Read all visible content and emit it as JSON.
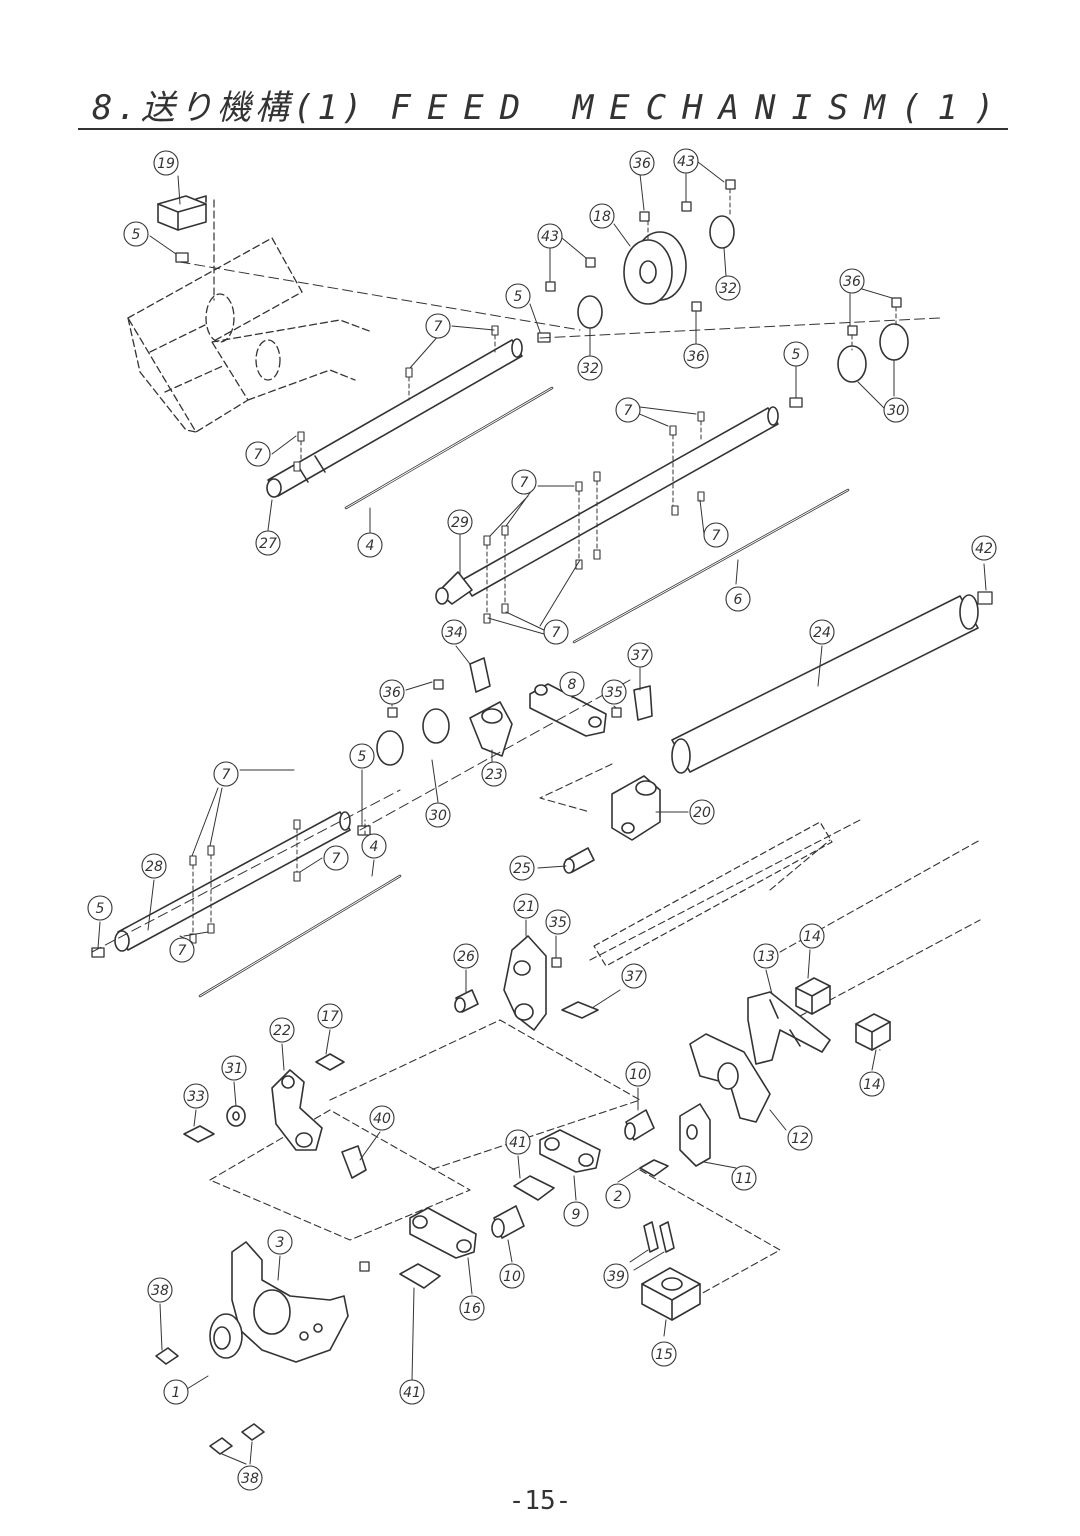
{
  "header": {
    "title_jp": "8.送り機構(1)",
    "title_en": "FEED MECHANISM(1)"
  },
  "page_number": "-15-",
  "callouts": [
    {
      "id": "c19a",
      "label": "19"
    },
    {
      "id": "c5a",
      "label": "5"
    },
    {
      "id": "c36a",
      "label": "36"
    },
    {
      "id": "c43a",
      "label": "43"
    },
    {
      "id": "c18",
      "label": "18"
    },
    {
      "id": "c43b",
      "label": "43"
    },
    {
      "id": "c32a",
      "label": "32"
    },
    {
      "id": "c5b",
      "label": "5"
    },
    {
      "id": "c32b",
      "label": "32"
    },
    {
      "id": "c36b",
      "label": "36"
    },
    {
      "id": "c7a",
      "label": "7"
    },
    {
      "id": "c36c",
      "label": "36"
    },
    {
      "id": "c5c",
      "label": "5"
    },
    {
      "id": "c30a",
      "label": "30"
    },
    {
      "id": "c7b",
      "label": "7"
    },
    {
      "id": "c27",
      "label": "27"
    },
    {
      "id": "c4a",
      "label": "4"
    },
    {
      "id": "c7c",
      "label": "7"
    },
    {
      "id": "c7d",
      "label": "7"
    },
    {
      "id": "c29",
      "label": "29"
    },
    {
      "id": "c7e",
      "label": "7"
    },
    {
      "id": "c6",
      "label": "6"
    },
    {
      "id": "c42",
      "label": "42"
    },
    {
      "id": "c7f",
      "label": "7"
    },
    {
      "id": "c34",
      "label": "34"
    },
    {
      "id": "c24",
      "label": "24"
    },
    {
      "id": "c37a",
      "label": "37"
    },
    {
      "id": "c8",
      "label": "8"
    },
    {
      "id": "c36d",
      "label": "36"
    },
    {
      "id": "c35a",
      "label": "35"
    },
    {
      "id": "c5d",
      "label": "5"
    },
    {
      "id": "c23",
      "label": "23"
    },
    {
      "id": "c30b",
      "label": "30"
    },
    {
      "id": "c20",
      "label": "20"
    },
    {
      "id": "c7g",
      "label": "7"
    },
    {
      "id": "c4b",
      "label": "4"
    },
    {
      "id": "c7h",
      "label": "7"
    },
    {
      "id": "c28",
      "label": "28"
    },
    {
      "id": "c25",
      "label": "25"
    },
    {
      "id": "c5e",
      "label": "5"
    },
    {
      "id": "c21",
      "label": "21"
    },
    {
      "id": "c35b",
      "label": "35"
    },
    {
      "id": "c14a",
      "label": "14"
    },
    {
      "id": "c7i",
      "label": "7"
    },
    {
      "id": "c26",
      "label": "26"
    },
    {
      "id": "c13",
      "label": "13"
    },
    {
      "id": "c37b",
      "label": "37"
    },
    {
      "id": "c17",
      "label": "17"
    },
    {
      "id": "c22",
      "label": "22"
    },
    {
      "id": "c31",
      "label": "31"
    },
    {
      "id": "c33",
      "label": "33"
    },
    {
      "id": "c14b",
      "label": "14"
    },
    {
      "id": "c10a",
      "label": "10"
    },
    {
      "id": "c40",
      "label": "40"
    },
    {
      "id": "c12",
      "label": "12"
    },
    {
      "id": "c41a",
      "label": "41"
    },
    {
      "id": "c11",
      "label": "11"
    },
    {
      "id": "c2",
      "label": "2"
    },
    {
      "id": "c9",
      "label": "9"
    },
    {
      "id": "c3",
      "label": "3"
    },
    {
      "id": "c39",
      "label": "39"
    },
    {
      "id": "c10b",
      "label": "10"
    },
    {
      "id": "c38a",
      "label": "38"
    },
    {
      "id": "c16",
      "label": "16"
    },
    {
      "id": "c1",
      "label": "1"
    },
    {
      "id": "c41b",
      "label": "41"
    },
    {
      "id": "c15",
      "label": "15"
    },
    {
      "id": "c38b",
      "label": "38"
    }
  ]
}
